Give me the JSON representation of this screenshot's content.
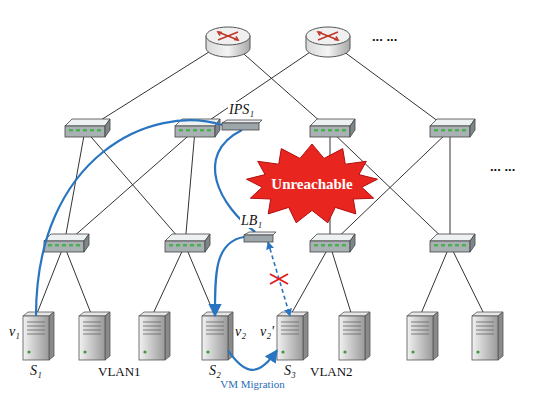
{
  "diagram": {
    "nodes": [
      {
        "text": [
          "IPS₁"
        ]
      },
      {
        "text": [
          "Unreachable"
        ]
      },
      {
        "text": [
          "LB₁"
        ]
      },
      {
        "text": [
          "v₁",
          "S₁"
        ]
      },
      {
        "text": [
          "v₂",
          "S₂"
        ]
      },
      {
        "text": [
          "v₂'",
          "S₃"
        ]
      }
    ],
    "edges": [
      {
        "from": 3,
        "to": 0,
        "arrow": "none"
      },
      {
        "from": 0,
        "to": 2,
        "arrow": "none"
      },
      {
        "from": 2,
        "to": 4,
        "arrow": "to"
      },
      {
        "from": 4,
        "to": 5,
        "label": "VM Migration",
        "arrow": "to"
      },
      {
        "from": 2,
        "to": 5,
        "arrow": "both"
      }
    ],
    "labels": [
      "... ...",
      "... ...",
      "VLAN1",
      "VLAN2"
    ]
  }
}
